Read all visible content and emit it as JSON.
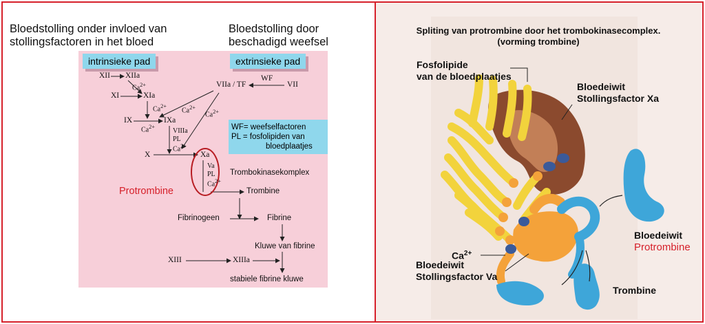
{
  "left": {
    "title_blood": [
      "Bloedstolling onder invloed van",
      "stollingsfactoren in het bloed"
    ],
    "title_tissue": [
      "Bloedstolling door",
      "beschadigd weefsel"
    ],
    "intrinsic_label": "intrinsieke pad",
    "extrinsic_label": "extrinsieke pad",
    "legend": [
      "WF= weefselfactoren",
      "PL = fosfolipiden van",
      "bloedplaatjes"
    ],
    "nodes": {
      "xii": "XII",
      "xiia": "XIIa",
      "xi": "XI",
      "xia": "XIa",
      "ix": "IX",
      "ixa": "IXa",
      "x": "X",
      "xa": "Xa",
      "viia_tf": "VIIa / TF",
      "wf": "WF",
      "vii": "VII",
      "viiia": "VIIIa",
      "pl1": "PL",
      "va": "Va",
      "pl2": "PL",
      "ca": "Ca",
      "ca_sup": "2+",
      "trombokinase": "Trombokinasekomplex",
      "protrombine": "Protrombine",
      "trombine": "Trombine",
      "fibrinogeen": "Fibrinogeen",
      "fibrine": "Fibrine",
      "kluwe": "Kluwe van fibrine",
      "xiii": "XIII",
      "xiiia": "XIIIa",
      "stabiele": "stabiele fibrine kluwe"
    }
  },
  "right": {
    "title": [
      "Spliting van protrombine door het trombokinasecomplex.",
      "(vorming trombine)"
    ],
    "fosfolipide": [
      "Fosfolipide",
      "van de bloedplaatjes"
    ],
    "factor_xa": [
      "Bloedeiwit",
      "Stollingsfactor Xa"
    ],
    "ca": "Ca",
    "ca_sup": "2+",
    "factor_va": [
      "Bloedeiwit",
      "Stollingsfactor Va"
    ],
    "protrombine": [
      "Bloedeiwit",
      "Protrombine"
    ],
    "trombine": "Trombine"
  },
  "colors": {
    "border": "#d6202a",
    "pink": "#f7cfd9",
    "cyan": "#8fd7ec",
    "yellow": "#f2d33c",
    "brown": "#8b4a2e",
    "orange": "#f4a23a",
    "blue": "#3ea6d9",
    "navy": "#3a5a9a"
  }
}
